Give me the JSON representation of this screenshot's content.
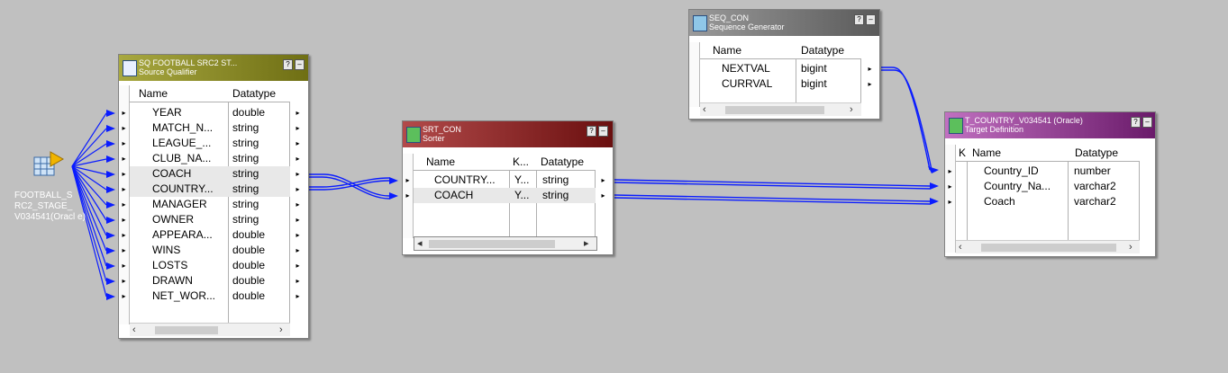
{
  "source": {
    "label": "FOOTBALL_S RC2_STAGE_ V034541(Oracl e)",
    "icon": "source-definition-icon"
  },
  "sq": {
    "title": "SQ FOOTBALL SRC2 ST...",
    "subtitle": "Source Qualifier",
    "help_btn": "?",
    "min_btn": "–",
    "col_name": "Name",
    "col_type": "Datatype",
    "rows": [
      {
        "name": "YEAR",
        "type": "double"
      },
      {
        "name": "MATCH_N...",
        "type": "string"
      },
      {
        "name": "LEAGUE_...",
        "type": "string"
      },
      {
        "name": "CLUB_NA...",
        "type": "string"
      },
      {
        "name": "COACH",
        "type": "string"
      },
      {
        "name": "COUNTRY...",
        "type": "string"
      },
      {
        "name": "MANAGER",
        "type": "string"
      },
      {
        "name": "OWNER",
        "type": "string"
      },
      {
        "name": "APPEARA...",
        "type": "double"
      },
      {
        "name": "WINS",
        "type": "double"
      },
      {
        "name": "LOSTS",
        "type": "double"
      },
      {
        "name": "DRAWN",
        "type": "double"
      },
      {
        "name": "NET_WOR...",
        "type": "double"
      }
    ],
    "scroll_left": "‹",
    "scroll_right": "›"
  },
  "srt": {
    "title": "SRT_CON",
    "subtitle": "Sorter",
    "help_btn": "?",
    "min_btn": "–",
    "col_name": "Name",
    "col_key": "K...",
    "col_type": "Datatype",
    "rows": [
      {
        "name": "COUNTRY...",
        "key": "Y...",
        "type": "string"
      },
      {
        "name": "COACH",
        "key": "Y...",
        "type": "string"
      }
    ],
    "scroll_left": "◂",
    "scroll_right": "▸"
  },
  "seq": {
    "title": "SEQ_CON",
    "subtitle": "Sequence Generator",
    "help_btn": "?",
    "min_btn": "–",
    "col_name": "Name",
    "col_type": "Datatype",
    "rows": [
      {
        "name": "NEXTVAL",
        "type": "bigint"
      },
      {
        "name": "CURRVAL",
        "type": "bigint"
      }
    ],
    "scroll_left": "‹",
    "scroll_right": "›"
  },
  "tgt": {
    "title": "T_COUNTRY_V034541 (Oracle)",
    "subtitle": "Target Definition",
    "help_btn": "?",
    "min_btn": "–",
    "col_key": "K",
    "col_name": "Name",
    "col_type": "Datatype",
    "rows": [
      {
        "name": "Country_ID",
        "type": "number"
      },
      {
        "name": "Country_Na...",
        "type": "varchar2"
      },
      {
        "name": "Coach",
        "type": "varchar2"
      }
    ],
    "scroll_left": "‹",
    "scroll_right": "›"
  },
  "port_glyph": "▸",
  "colors": {
    "sq_header": "#7a7a1a",
    "srt_header": "#8b1a1a",
    "seq_header": "#6e6e6e",
    "tgt_header": "#8a2f8a",
    "link": "#0a1cff"
  }
}
